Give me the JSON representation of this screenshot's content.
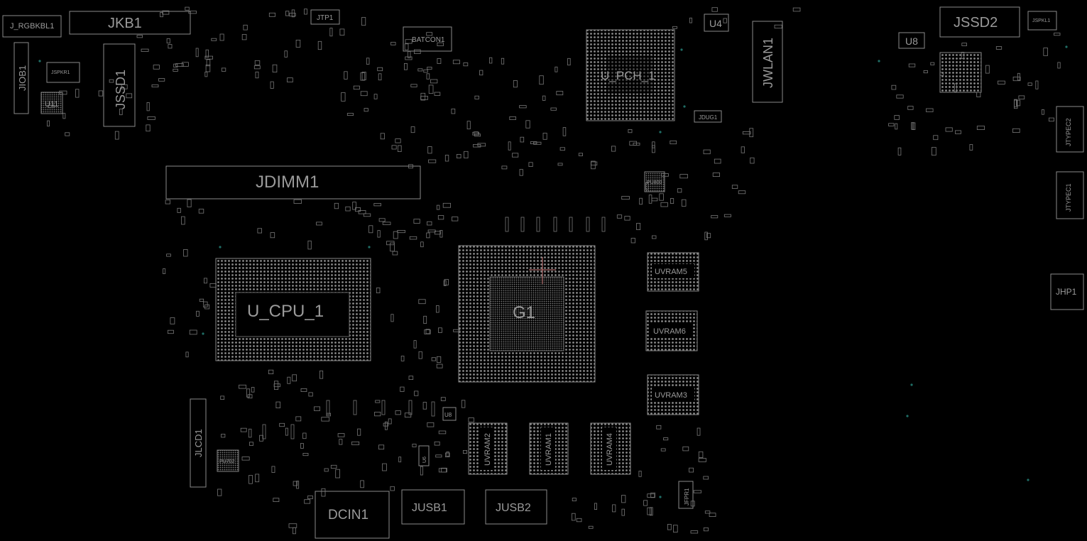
{
  "components": {
    "j_rgbkbl1": "J_RGBKBL1",
    "jkb1": "JKB1",
    "jtp1": "JTP1",
    "batcon1": "BATCON1",
    "u4": "U4",
    "jssd2": "JSSD2",
    "u8_top": "U8",
    "jspkl1": "JSPKL1",
    "jspkr1": "JSPKR1",
    "jiob1": "JIOB1",
    "u11": "U11",
    "jssd1": "JSSD1",
    "u_pch_1": "U_PCH_1",
    "jwlan1": "JWLAN1",
    "jdug1": "JDUG1",
    "jdimm1": "JDIMM1",
    "u_cpu_1": "U_CPU_1",
    "g1": "G1",
    "uvram5": "UVRAM5",
    "uvram6": "UVRAM6",
    "uvram3": "UVRAM3",
    "uvram2": "UVRAM2",
    "uvram1": "UVRAM1",
    "uvram4": "UVRAM4",
    "jtypec2": "JTYPEC2",
    "jtypec1": "JTYPEC1",
    "jhp1": "JHP1",
    "jlcd1": "JLCD1",
    "pu702": "PU702",
    "dcin1": "DCIN1",
    "jusb1": "JUSB1",
    "jusb2": "JUSB2",
    "u8_bottom": "U8",
    "u6": "U6",
    "jfpr1": "JFPR1",
    "pu800": "PU800"
  }
}
